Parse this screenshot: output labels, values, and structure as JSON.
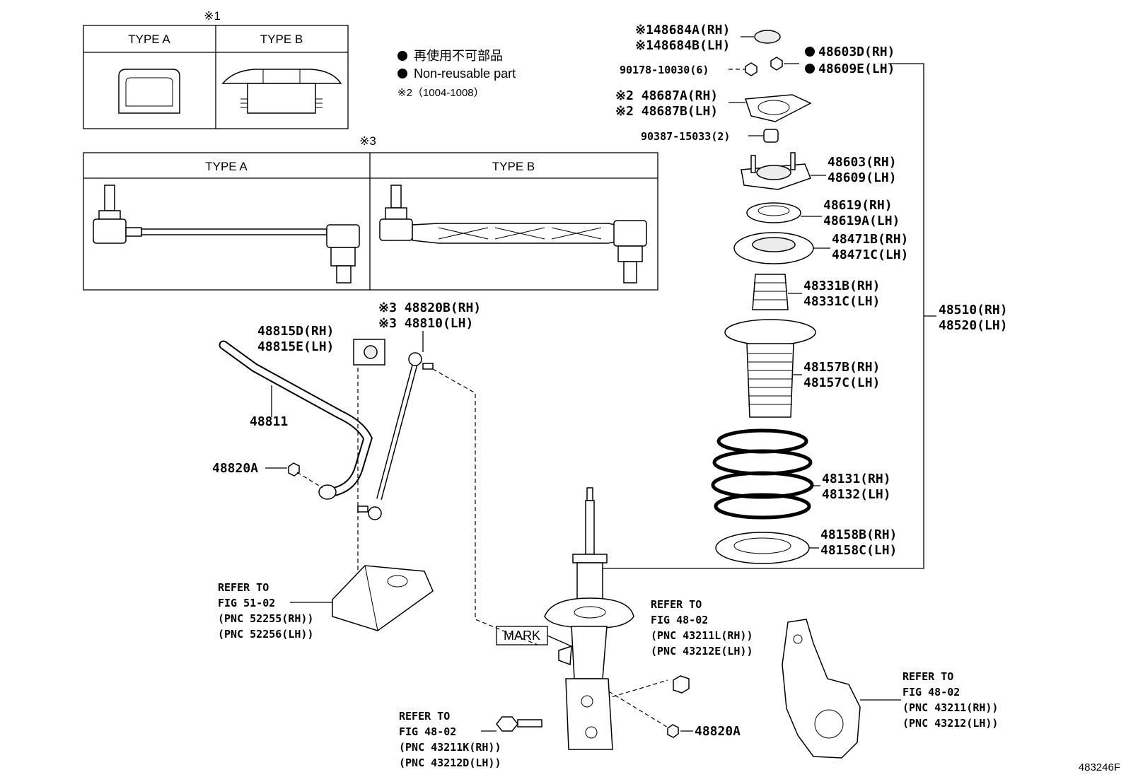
{
  "insets": {
    "ref1_mark": "※1",
    "ref1_type_a": "TYPE A",
    "ref1_type_b": "TYPE B",
    "ref3_mark": "※3",
    "ref3_type_a": "TYPE A",
    "ref3_type_b": "TYPE B"
  },
  "legend": {
    "non_reusable_jp": "再使用不可部品",
    "non_reusable_en": "Non-reusable part",
    "note2": "※2（1004-1008）"
  },
  "parts": {
    "p48684a": "※148684A(RH)",
    "p48684b": "※148684B(LH)",
    "p90178": "90178-10030(6)",
    "p48603d": "48603D(RH)",
    "p48609e": "48609E(LH)",
    "p48687a": "※2 48687A(RH)",
    "p48687b": "※2 48687B(LH)",
    "p90387": "90387-15033(2)",
    "p48603": "48603(RH)",
    "p48609": "48609(LH)",
    "p48619": "48619(RH)",
    "p48619a": "48619A(LH)",
    "p48471b": "48471B(RH)",
    "p48471c": "48471C(LH)",
    "p48331b": "48331B(RH)",
    "p48331c": "48331C(LH)",
    "p48510": "48510(RH)",
    "p48520": "48520(LH)",
    "p48157b": "48157B(RH)",
    "p48157c": "48157C(LH)",
    "p48131": "48131(RH)",
    "p48132": "48132(LH)",
    "p48158b": "48158B(RH)",
    "p48158c": "48158C(LH)",
    "p48820b": "※3 48820B(RH)",
    "p48810": "※3 48810(LH)",
    "p48815d": "48815D(RH)",
    "p48815e": "48815E(LH)",
    "p48811": "48811",
    "p48820a_left": "48820A",
    "p48820a_bottom": "48820A"
  },
  "references": {
    "fig51": [
      "REFER TO",
      "FIG 51-02",
      "(PNC 52255(RH))",
      "(PNC 52256(LH))"
    ],
    "fig48_knuckle_bolt": [
      "REFER TO",
      "FIG 48-02",
      "(PNC 43211L(RH))",
      "(PNC 43212E(LH))"
    ],
    "fig48_bolt": [
      "REFER TO",
      "FIG 48-02",
      "(PNC 43211K(RH))",
      "(PNC 43212D(LH))"
    ],
    "fig48_knuckle": [
      "REFER TO",
      "FIG 48-02",
      "(PNC 43211(RH))",
      "(PNC 43212(LH))"
    ]
  },
  "mark_label": "MARK",
  "diagram_id": "483246F"
}
